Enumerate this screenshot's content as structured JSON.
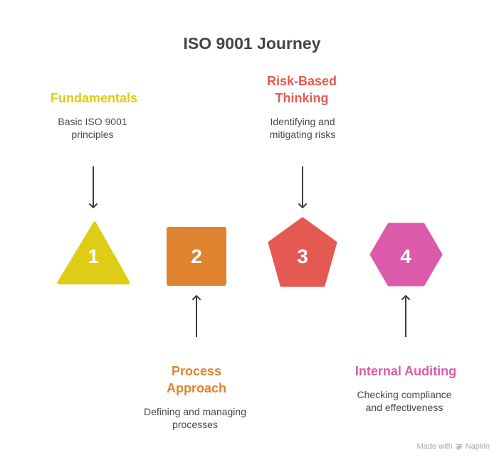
{
  "title": "ISO 9001 Journey",
  "stages": [
    {
      "number": "1",
      "title_lines": [
        "Fundamentals"
      ],
      "description_lines": [
        "Basic ISO 9001",
        "principles"
      ],
      "shape": "triangle",
      "color": "#dfcc16"
    },
    {
      "number": "2",
      "title_lines": [
        "Process",
        "Approach"
      ],
      "description_lines": [
        "Defining and managing",
        "processes"
      ],
      "shape": "square",
      "color": "#df8331"
    },
    {
      "number": "3",
      "title_lines": [
        "Risk-Based",
        "Thinking"
      ],
      "description_lines": [
        "Identifying and",
        "mitigating risks"
      ],
      "shape": "pentagon",
      "color": "#e45a53"
    },
    {
      "number": "4",
      "title_lines": [
        "Internal Auditing"
      ],
      "description_lines": [
        "Checking compliance",
        "and effectiveness"
      ],
      "shape": "hexagon",
      "color": "#dc5aaa"
    }
  ],
  "arrow_color": "#404040",
  "footer": {
    "made_with": "Made with",
    "brand": "Napkin",
    "icon": "napkin-logo-icon"
  }
}
